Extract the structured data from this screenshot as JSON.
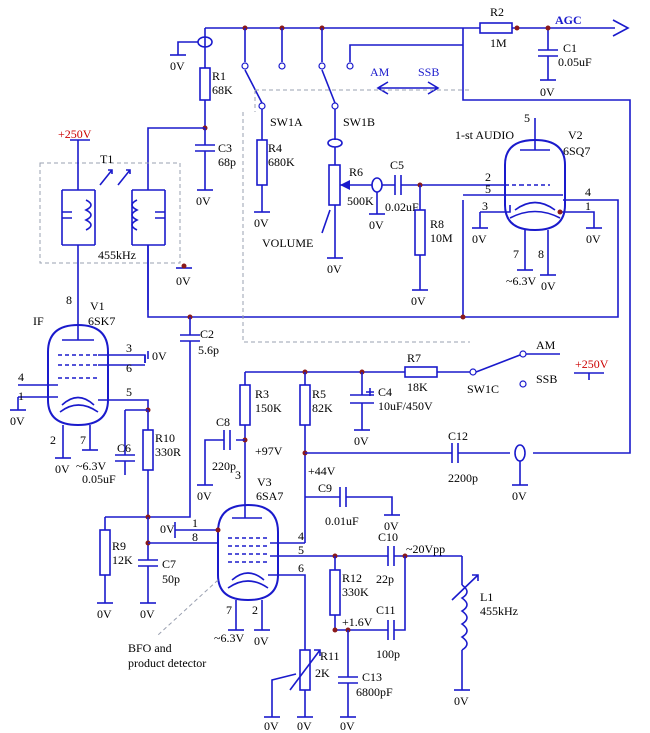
{
  "labels": {
    "agc": "AGC",
    "r2": "R2",
    "r2v": "1M",
    "c1": "C1",
    "c1v": "0.05uF",
    "r1": "R1",
    "r1v": "68K",
    "c3": "C3",
    "c3v": "68p",
    "t1": "T1",
    "t1f": "455kHz",
    "b250a": "+250V",
    "sw1a": "SW1A",
    "sw1b": "SW1B",
    "r4": "R4",
    "r4v": "680K",
    "r6": "R6",
    "r6v": "500K",
    "volume": "VOLUME",
    "c5": "C5",
    "c5v": "0.02uF",
    "r8": "R8",
    "r8v": "10M",
    "am_top": "AM",
    "ssb_top": "SSB",
    "first_audio": "1-st AUDIO",
    "v2": "V2",
    "v2t": "6SQ7",
    "v1": "V1",
    "v1t": "6SK7",
    "if": "IF",
    "c2": "C2",
    "c2v": "5.6p",
    "r7": "R7",
    "r7v": "18K",
    "sw1c": "SW1C",
    "am_bot": "AM",
    "ssb_bot": "SSB",
    "b250b": "+250V",
    "r3": "R3",
    "r3v": "150K",
    "r5": "R5",
    "r5v": "82K",
    "c4": "C4",
    "c4v": "10uF/450V",
    "c8": "C8",
    "c8v": "220p",
    "p97": "+97V",
    "c12": "C12",
    "c12v": "2200p",
    "c6": "C6",
    "c6v": "0.05uF",
    "r10": "R10",
    "r10v": "330R",
    "p44": "+44V",
    "c9": "C9",
    "c9v": "0.01uF",
    "r9": "R9",
    "r9v": "12K",
    "c7": "C7",
    "c7v": "50p",
    "v3": "V3",
    "v3t": "6SA7",
    "c10": "C10",
    "c10v": "22p",
    "vpp": "~20Vpp",
    "r12": "R12",
    "r12v": "330K",
    "l1": "L1",
    "l1f": "455kHz",
    "c11": "C11",
    "c11v": "100p",
    "p16": "+1.6V",
    "r11": "R11",
    "r11v": "2K",
    "c13": "C13",
    "c13v": "6800pF",
    "bfo1": "BFO and",
    "bfo2": "product detector",
    "zero": "0V",
    "h63": "~6.3V"
  },
  "pins": {
    "p1": "1",
    "p2": "2",
    "p3": "3",
    "p4": "4",
    "p5": "5",
    "p6": "6",
    "p7": "7",
    "p8": "8"
  },
  "colors": {
    "wire": "#1a1acc",
    "junction": "#8b1a1a",
    "supply": "#cc0000"
  }
}
